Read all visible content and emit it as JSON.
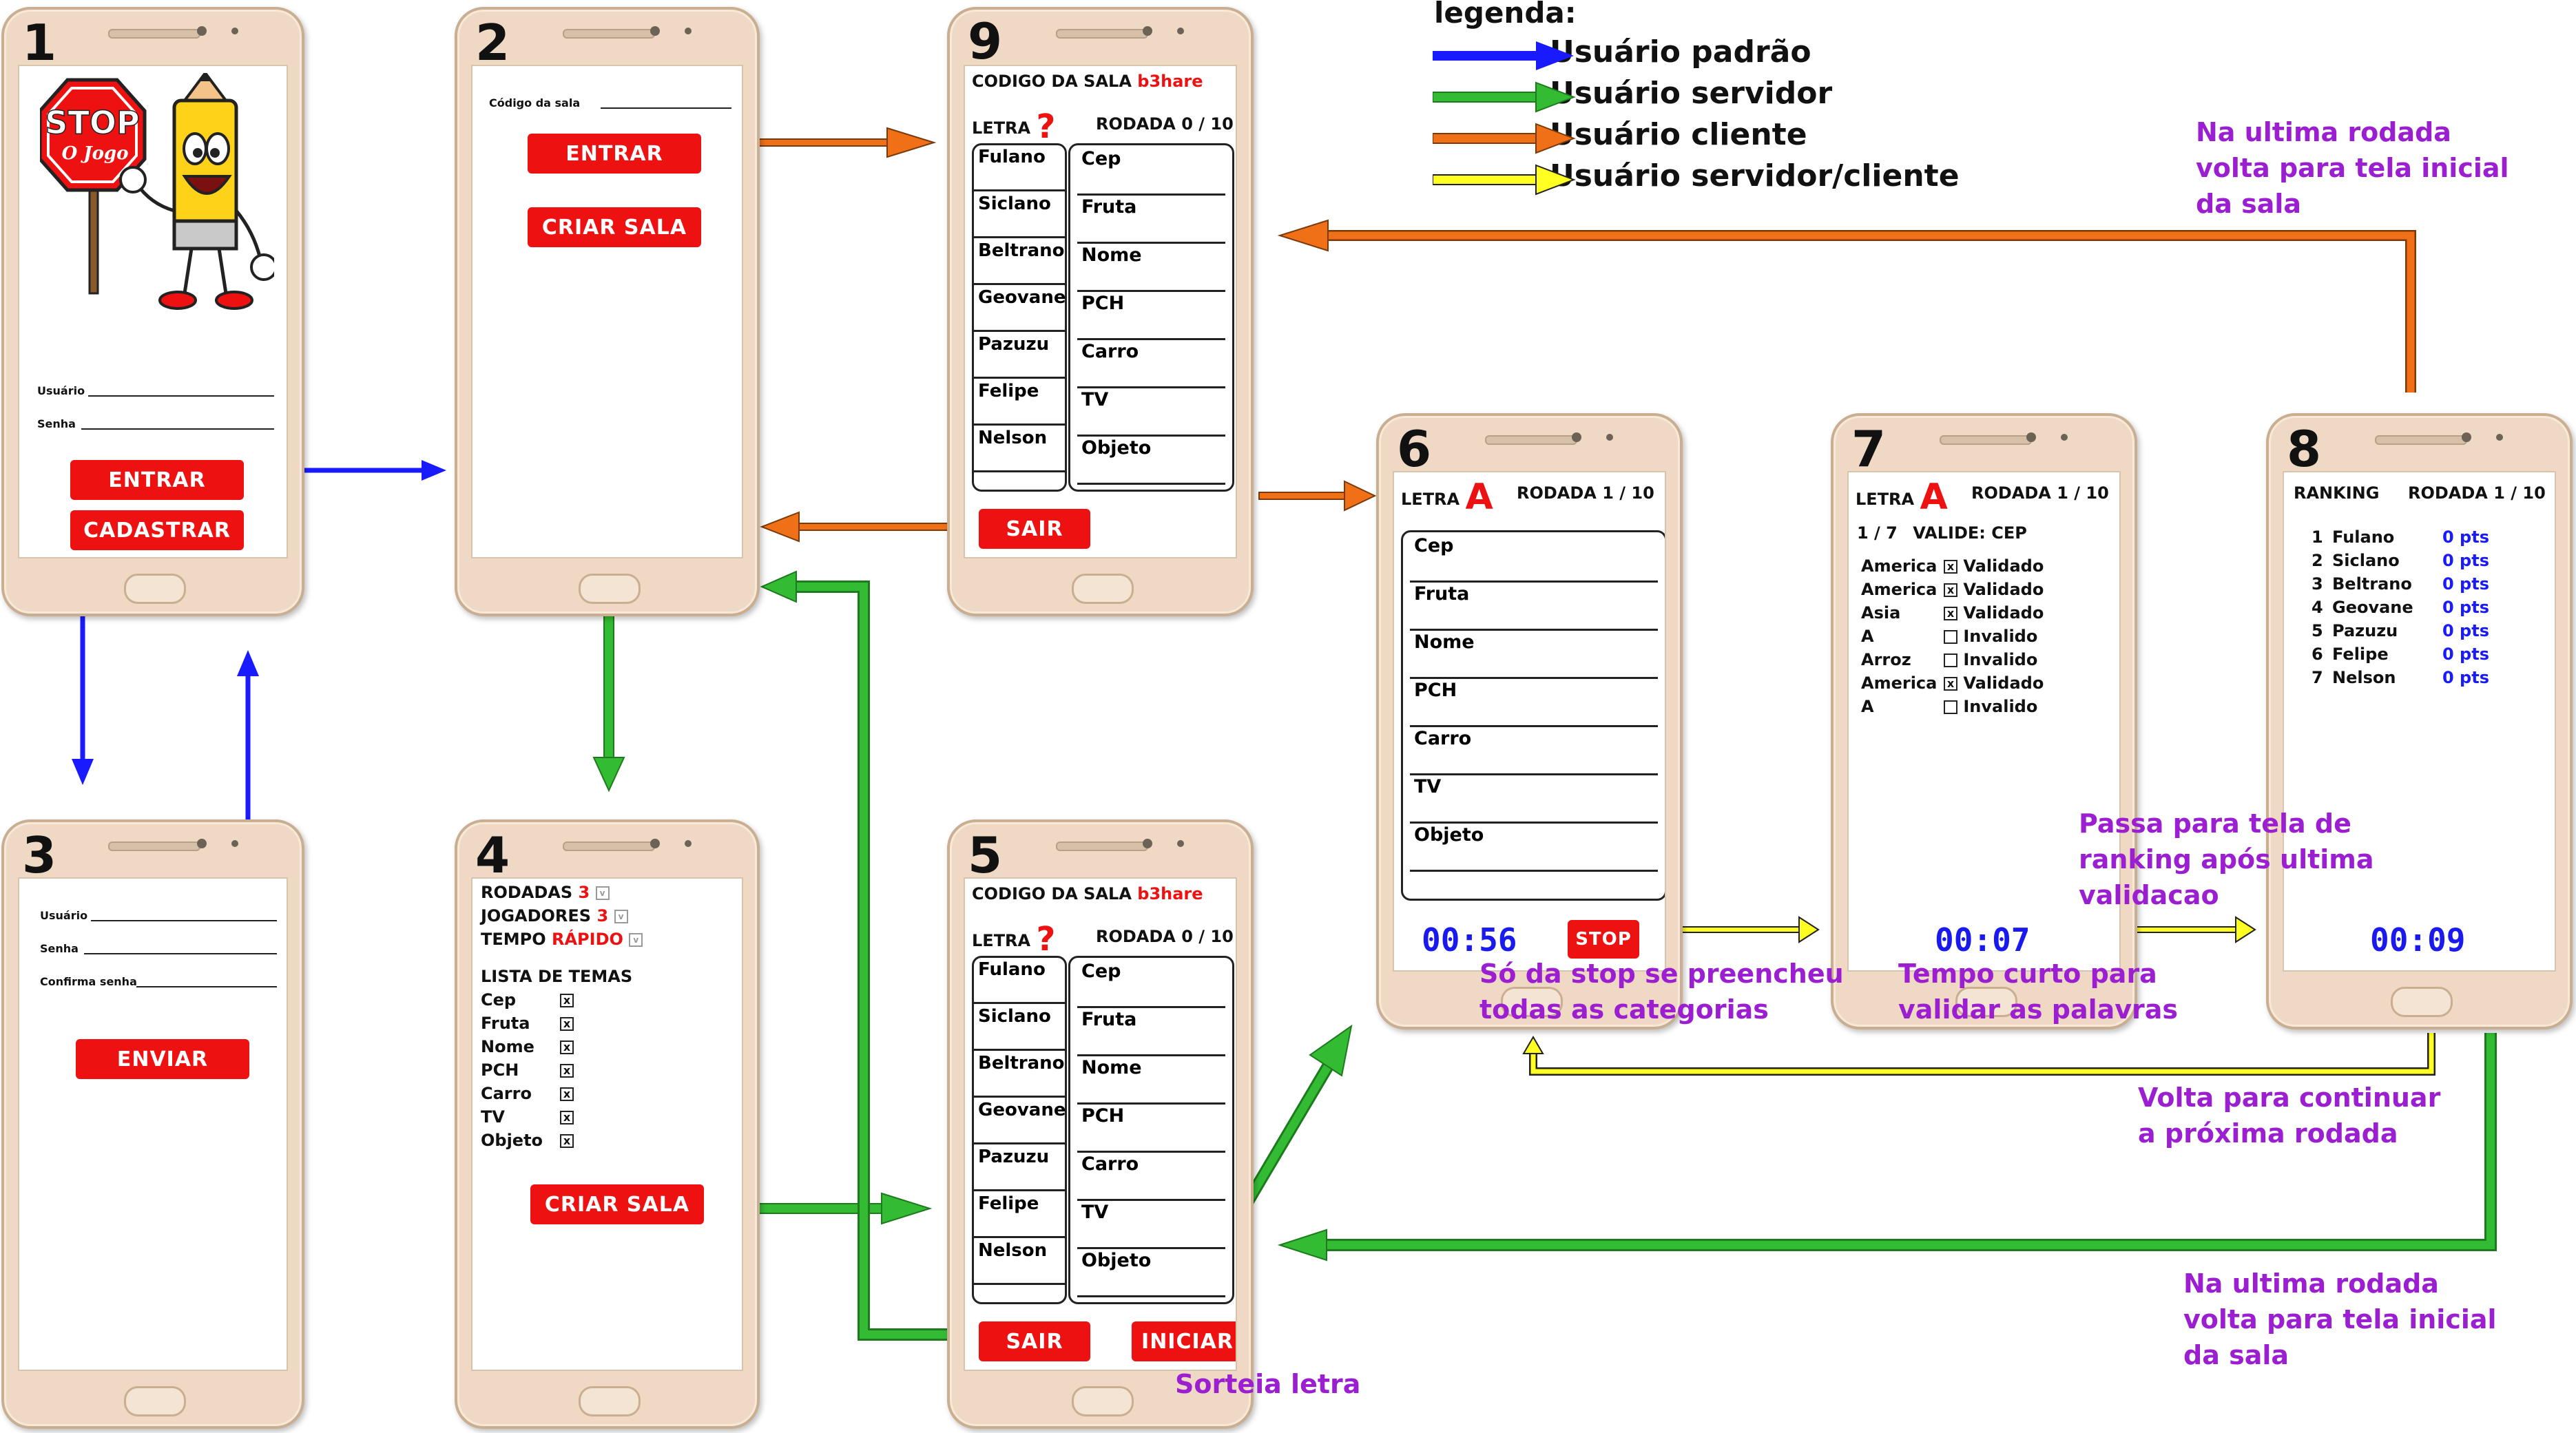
{
  "legend": {
    "title": "legenda:",
    "items": [
      {
        "label": "Usuário padrão",
        "color": "#1a1aff"
      },
      {
        "label": "Usuário servidor",
        "color": "#33bb33"
      },
      {
        "label": "Usuário cliente",
        "color": "#f07018"
      },
      {
        "label": "Usuário servidor/cliente",
        "color": "#ffff22"
      }
    ]
  },
  "screen1": {
    "number": "1",
    "logo_text": "STOP",
    "logo_sub": "O Jogo",
    "usuario_label": "Usuário",
    "senha_label": "Senha",
    "entrar_label": "ENTRAR",
    "cadastrar_label": "CADASTRAR"
  },
  "screen2": {
    "number": "2",
    "codigo_label": "Código da sala",
    "entrar_label": "ENTRAR",
    "criar_label": "CRIAR SALA"
  },
  "screen3": {
    "number": "3",
    "usuario_label": "Usuário",
    "senha_label": "Senha",
    "confirma_label": "Confirma senha",
    "enviar_label": "ENVIAR"
  },
  "screen4": {
    "number": "4",
    "rodadas_label": "RODADAS",
    "rodadas_value": "3",
    "jogadores_label": "JOGADORES",
    "jogadores_value": "3",
    "tempo_label": "TEMPO",
    "tempo_value": "RÁPIDO",
    "dropdown_mark": "v",
    "lista_label": "LISTA DE TEMAS",
    "temas": [
      "Cep",
      "Fruta",
      "Nome",
      "PCH",
      "Carro",
      "TV",
      "Objeto"
    ],
    "check_mark": "x",
    "criar_label": "CRIAR SALA"
  },
  "room": {
    "codigo_label": "CODIGO DA SALA",
    "codigo_value": "b3hare",
    "letra_label": "LETRA",
    "letra_unknown": "?",
    "rodada_label": "RODADA",
    "rodada_value": "0 / 10",
    "players": [
      "Fulano",
      "Siclano",
      "Beltrano",
      "Geovane",
      "Pazuzu",
      "Felipe",
      "Nelson"
    ],
    "categories": [
      "Cep",
      "Fruta",
      "Nome",
      "PCH",
      "Carro",
      "TV",
      "Objeto"
    ]
  },
  "screen5": {
    "number": "5",
    "sair_label": "SAIR",
    "iniciar_label": "INICIAR"
  },
  "screen9": {
    "number": "9",
    "sair_label": "SAIR"
  },
  "screen6": {
    "number": "6",
    "letra_label": "LETRA",
    "letra_value": "A",
    "rodada_label": "RODADA",
    "rodada_value": "1 / 10",
    "categories": [
      "Cep",
      "Fruta",
      "Nome",
      "PCH",
      "Carro",
      "TV",
      "Objeto"
    ],
    "timer": "00:56",
    "stop_label": "STOP"
  },
  "screen7": {
    "number": "7",
    "letra_label": "LETRA",
    "letra_value": "A",
    "rodada_label": "RODADA",
    "rodada_value": "1 / 10",
    "progress": "1 / 7",
    "valide_label": "VALIDE: CEP",
    "rows": [
      {
        "word": "America",
        "check": "x",
        "status": "Validado"
      },
      {
        "word": "America",
        "check": "x",
        "status": "Validado"
      },
      {
        "word": "Asia",
        "check": "x",
        "status": "Validado"
      },
      {
        "word": "A",
        "check": "",
        "status": "Invalido"
      },
      {
        "word": "Arroz",
        "check": "",
        "status": "Invalido"
      },
      {
        "word": "America",
        "check": "x",
        "status": "Validado"
      },
      {
        "word": "A",
        "check": "",
        "status": "Invalido"
      }
    ],
    "timer": "00:07"
  },
  "screen8": {
    "number": "8",
    "ranking_label": "RANKING",
    "rodada_label": "RODADA",
    "rodada_value": "1 / 10",
    "ranking": [
      {
        "pos": "1",
        "name": "Fulano",
        "pts": "0 pts"
      },
      {
        "pos": "2",
        "name": "Siclano",
        "pts": "0 pts"
      },
      {
        "pos": "3",
        "name": "Beltrano",
        "pts": "0 pts"
      },
      {
        "pos": "4",
        "name": "Geovane",
        "pts": "0 pts"
      },
      {
        "pos": "5",
        "name": "Pazuzu",
        "pts": "0 pts"
      },
      {
        "pos": "6",
        "name": "Felipe",
        "pts": "0 pts"
      },
      {
        "pos": "7",
        "name": "Nelson",
        "pts": "0 pts"
      }
    ],
    "timer": "00:09"
  },
  "notes": {
    "last_round_top": [
      "Na ultima rodada",
      "volta para tela inicial",
      "da sala"
    ],
    "ranking_after": [
      "Passa para tela de",
      "ranking após ultima",
      "validacao"
    ],
    "stop_rule": [
      "Só da stop se preencheu",
      "todas as categorias"
    ],
    "short_time": [
      "Tempo curto para",
      "validar as palavras"
    ],
    "continue": [
      "Volta para continuar",
      "a próxima rodada"
    ],
    "last_round_bottom": [
      "Na ultima rodada",
      "volta para tela inicial",
      "da sala"
    ],
    "draw_letter": "Sorteia letra"
  }
}
